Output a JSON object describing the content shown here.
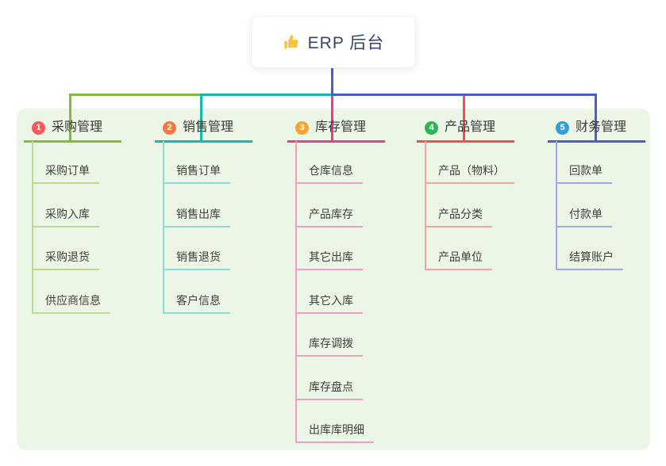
{
  "root": {
    "title": "ERP 后台",
    "icon": "thumbs-up-icon"
  },
  "branches": [
    {
      "number": "1",
      "title": "采购管理",
      "badge_color": "#f15b5e",
      "line_color": "#82bb40",
      "child_line_color": "#b9dc8e",
      "children": [
        "采购订单",
        "采购入库",
        "采购退货",
        "供应商信息"
      ]
    },
    {
      "number": "2",
      "title": "销售管理",
      "badge_color": "#f3793e",
      "line_color": "#17b8ac",
      "child_line_color": "#8adcd4",
      "children": [
        "销售订单",
        "销售出库",
        "销售退货",
        "客户信息"
      ]
    },
    {
      "number": "3",
      "title": "库存管理",
      "badge_color": "#f6a42a",
      "line_color": "#e0408f",
      "child_line_color": "#f29dc4",
      "children": [
        "仓库信息",
        "产品库存",
        "其它出库",
        "其它入库",
        "库存调拨",
        "库存盘点",
        "出库库明细"
      ]
    },
    {
      "number": "4",
      "title": "产品管理",
      "badge_color": "#2eb356",
      "line_color": "#f24e4e",
      "child_line_color": "#f7a3a0",
      "children": [
        "产品（物料）",
        "产品分类",
        "产品单位"
      ]
    },
    {
      "number": "5",
      "title": "财务管理",
      "badge_color": "#2d9fd9",
      "line_color": "#4a5fc7",
      "child_line_color": "#9cabe3",
      "children": [
        "回款单",
        "付款单",
        "结算账户"
      ]
    }
  ],
  "colors": {
    "page_bg": "#ffffff",
    "panel_bg": "#ecf6e6",
    "root_text": "#374562",
    "stem_blue": "#4a5fc7",
    "thumb_yellow": "#f6c445"
  }
}
